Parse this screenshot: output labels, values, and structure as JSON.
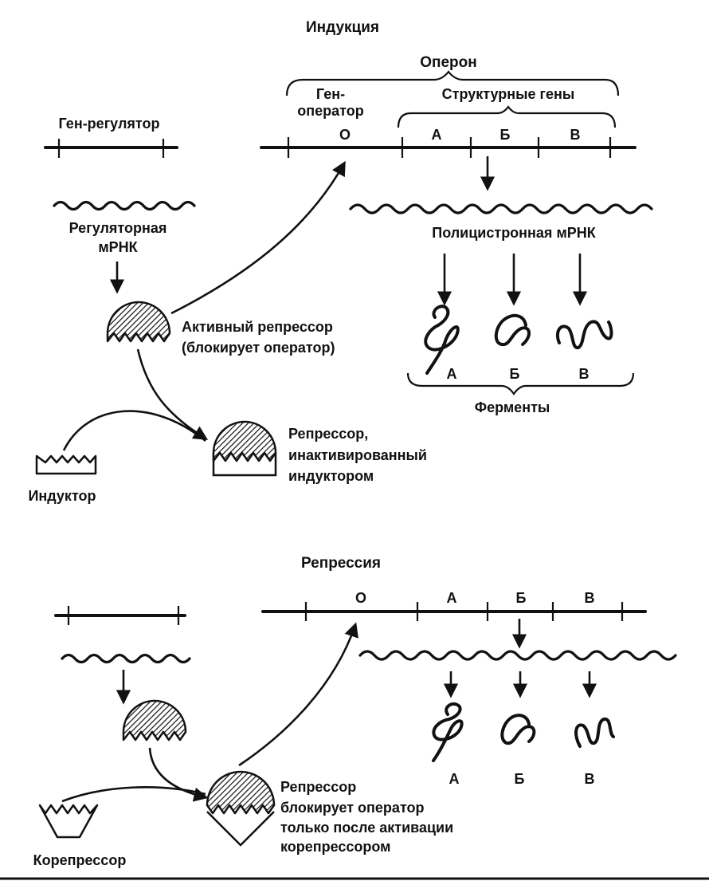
{
  "induction": {
    "title": "Индукция",
    "operon": "Оперон",
    "gene_operator_line1": "Ген-",
    "gene_operator_line2": "оператор",
    "structural_genes": "Структурные гены",
    "gene_regulator": "Ген-регулятор",
    "genes": [
      "О",
      "А",
      "Б",
      "В"
    ],
    "regulatory_mrna_line1": "Регуляторная",
    "regulatory_mrna_line2": "мРНК",
    "polycistronic_mrna": "Полицистронная  мРНК",
    "active_repressor_line1": "Активный репрессор",
    "active_repressor_line2": "(блокирует оператор)",
    "enzyme_labels": [
      "А",
      "Б",
      "В"
    ],
    "enzymes": "Ферменты",
    "inactivated_line1": "Репрессор,",
    "inactivated_line2": "инактивированный",
    "inactivated_line3": "индуктором",
    "inducer": "Индуктор"
  },
  "repression": {
    "title": "Репрессия",
    "genes": [
      "О",
      "А",
      "Б",
      "В"
    ],
    "enzyme_labels": [
      "А",
      "Б",
      "В"
    ],
    "blocked_line1": "Репрессор",
    "blocked_line2": "блокирует оператор",
    "blocked_line3": "только после  активации",
    "blocked_line4": "корепрессором",
    "corepressor": "Корепрессор"
  }
}
